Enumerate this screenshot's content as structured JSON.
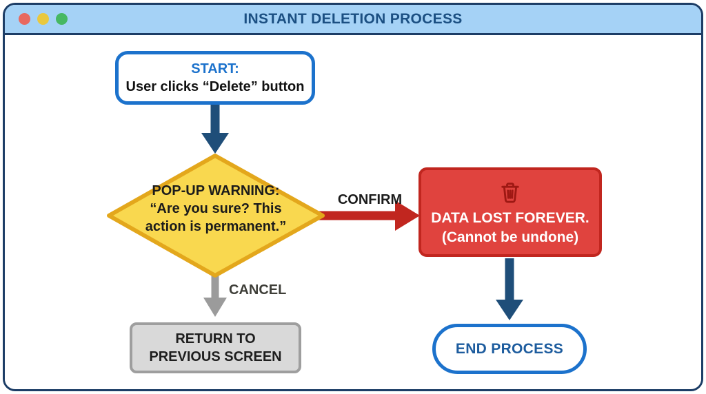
{
  "window": {
    "title": "INSTANT DELETION PROCESS",
    "traffic_lights": [
      "close",
      "minimize",
      "maximize"
    ]
  },
  "flowchart": {
    "start": {
      "title": "START:",
      "body": "User clicks “Delete” button"
    },
    "decision": {
      "title": "POP-UP WARNING:",
      "line1": "“Are you sure? This",
      "line2": "action is permanent.”"
    },
    "confirm_label": "CONFIRM",
    "cancel_label": "CANCEL",
    "data_lost": {
      "icon": "trash-icon",
      "line1": "DATA LOST FOREVER.",
      "line2": "(Cannot be undone)"
    },
    "return_box": {
      "line1": "RETURN TO",
      "line2": "PREVIOUS SCREEN"
    },
    "end_box": {
      "label": "END PROCESS"
    }
  },
  "colors": {
    "titlebar_bg": "#A5D2F6",
    "frame_border": "#1C3D66",
    "title_text": "#1B4F82",
    "accent_blue": "#1C72CC",
    "arrow_navy": "#1F4E79",
    "diamond_fill": "#F9D84F",
    "diamond_border": "#E3A71C",
    "red_fill": "#E0433E",
    "red_border": "#C1261F",
    "confirm_arrow": "#C1261F",
    "trash_icon": "#9E1813",
    "gray_fill": "#D9D9D9",
    "gray_border": "#9E9E9E",
    "cancel_arrow": "#9B9B9B",
    "end_text": "#1D5C9E",
    "traffic_red": "#E8685F",
    "traffic_yellow": "#E9C83E",
    "traffic_green": "#47B862"
  }
}
